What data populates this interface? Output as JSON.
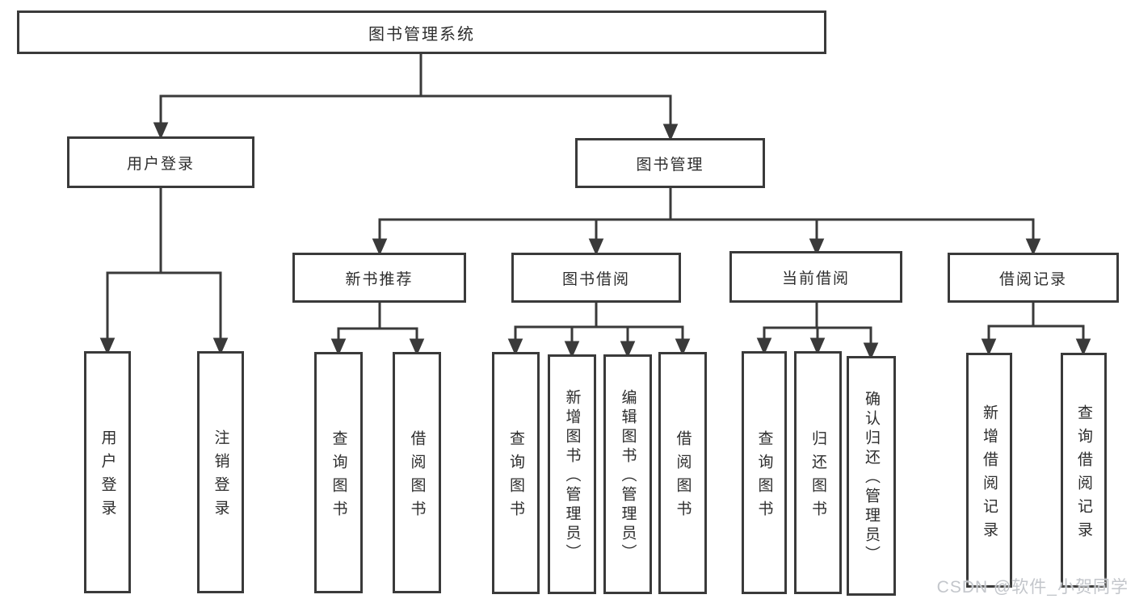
{
  "diagram": {
    "root": {
      "label": "图书管理系统"
    },
    "user_login": {
      "label": "用户登录",
      "children": [
        {
          "label": "用户登录"
        },
        {
          "label": "注销登录"
        }
      ]
    },
    "book_mgmt": {
      "label": "图书管理",
      "groups": {
        "new_books": {
          "label": "新书推荐",
          "children": [
            {
              "label": "查询图书"
            },
            {
              "label": "借阅图书"
            }
          ]
        },
        "borrowing": {
          "label": "图书借阅",
          "children": [
            {
              "label": "查询图书"
            },
            {
              "label": "新增图书（管理员）"
            },
            {
              "label": "编辑图书（管理员）"
            },
            {
              "label": "借阅图书"
            }
          ]
        },
        "current": {
          "label": "当前借阅",
          "children": [
            {
              "label": "查询图书"
            },
            {
              "label": "归还图书"
            },
            {
              "label": "确认归还（管理员）"
            }
          ]
        },
        "records": {
          "label": "借阅记录",
          "children": [
            {
              "label": "新增借阅记录"
            },
            {
              "label": "查询借阅记录"
            }
          ]
        }
      }
    }
  },
  "watermark": {
    "text": "CSDN @软件_小贺同学"
  },
  "colors": {
    "line": "#3a3a3a",
    "text": "#2d2d2d",
    "watermark": "#c3c6cb",
    "background": "#ffffff"
  }
}
